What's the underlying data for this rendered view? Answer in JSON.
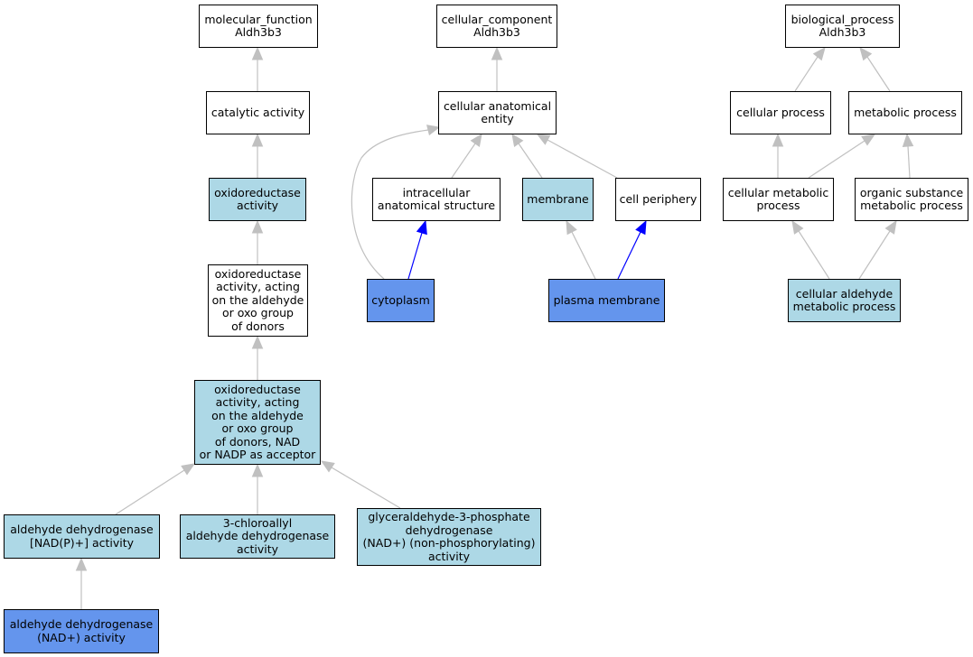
{
  "colors": {
    "white_node": "#ffffff",
    "annotated_node": "#add8e6",
    "direct_annotation_node": "#6495ed",
    "edge_gray": "#c0c0c0",
    "edge_blue": "#0000ff",
    "border": "#000000"
  },
  "nodes": {
    "molecular_function_root": "molecular_function\nAldh3b3",
    "catalytic_activity": "catalytic activity",
    "oxidoreductase_activity": "oxidoreductase\nactivity",
    "oxidoreductase_aldehyde": "oxidoreductase\nactivity, acting\non the aldehyde\nor oxo group\nof donors",
    "oxidoreductase_aldehyde_nad": "oxidoreductase\nactivity, acting\non the aldehyde\nor oxo group\nof donors, NAD\nor NADP as acceptor",
    "aldehyde_dh_nadp": "aldehyde dehydrogenase\n[NAD(P)+] activity",
    "chloroallyl_aldehyde_dh": "3-chloroallyl\naldehyde dehydrogenase\nactivity",
    "glyceraldehyde_3p_dh": "glyceraldehyde-3-phosphate\ndehydrogenase\n(NAD+) (non-phosphorylating)\nactivity",
    "aldehyde_dh_nad": "aldehyde dehydrogenase\n(NAD+) activity",
    "cellular_component_root": "cellular_component\nAldh3b3",
    "cellular_anatomical_entity": "cellular anatomical\nentity",
    "intracellular_anatomical_structure": "intracellular\nanatomical structure",
    "membrane": "membrane",
    "cell_periphery": "cell periphery",
    "cytoplasm": "cytoplasm",
    "plasma_membrane": "plasma membrane",
    "biological_process_root": "biological_process\nAldh3b3",
    "cellular_process": "cellular process",
    "metabolic_process": "metabolic process",
    "cellular_metabolic_process": "cellular metabolic\nprocess",
    "organic_substance_metabolic_process": "organic substance\nmetabolic process",
    "cellular_aldehyde_metabolic_process": "cellular aldehyde\nmetabolic process"
  },
  "edges": [
    {
      "from": "catalytic_activity",
      "to": "molecular_function_root",
      "type": "is_a"
    },
    {
      "from": "oxidoreductase_activity",
      "to": "catalytic_activity",
      "type": "is_a"
    },
    {
      "from": "oxidoreductase_aldehyde",
      "to": "oxidoreductase_activity",
      "type": "is_a"
    },
    {
      "from": "oxidoreductase_aldehyde_nad",
      "to": "oxidoreductase_aldehyde",
      "type": "is_a"
    },
    {
      "from": "aldehyde_dh_nadp",
      "to": "oxidoreductase_aldehyde_nad",
      "type": "is_a"
    },
    {
      "from": "chloroallyl_aldehyde_dh",
      "to": "oxidoreductase_aldehyde_nad",
      "type": "is_a"
    },
    {
      "from": "glyceraldehyde_3p_dh",
      "to": "oxidoreductase_aldehyde_nad",
      "type": "is_a"
    },
    {
      "from": "aldehyde_dh_nad",
      "to": "aldehyde_dh_nadp",
      "type": "is_a"
    },
    {
      "from": "cellular_anatomical_entity",
      "to": "cellular_component_root",
      "type": "is_a"
    },
    {
      "from": "intracellular_anatomical_structure",
      "to": "cellular_anatomical_entity",
      "type": "is_a"
    },
    {
      "from": "membrane",
      "to": "cellular_anatomical_entity",
      "type": "is_a"
    },
    {
      "from": "cell_periphery",
      "to": "cellular_anatomical_entity",
      "type": "is_a"
    },
    {
      "from": "cytoplasm",
      "to": "cellular_anatomical_entity",
      "type": "is_a"
    },
    {
      "from": "cytoplasm",
      "to": "intracellular_anatomical_structure",
      "type": "part_of"
    },
    {
      "from": "plasma_membrane",
      "to": "membrane",
      "type": "is_a"
    },
    {
      "from": "plasma_membrane",
      "to": "cell_periphery",
      "type": "part_of"
    },
    {
      "from": "cellular_process",
      "to": "biological_process_root",
      "type": "is_a"
    },
    {
      "from": "metabolic_process",
      "to": "biological_process_root",
      "type": "is_a"
    },
    {
      "from": "cellular_metabolic_process",
      "to": "cellular_process",
      "type": "is_a"
    },
    {
      "from": "cellular_metabolic_process",
      "to": "metabolic_process",
      "type": "is_a"
    },
    {
      "from": "organic_substance_metabolic_process",
      "to": "metabolic_process",
      "type": "is_a"
    },
    {
      "from": "cellular_aldehyde_metabolic_process",
      "to": "cellular_metabolic_process",
      "type": "is_a"
    },
    {
      "from": "cellular_aldehyde_metabolic_process",
      "to": "organic_substance_metabolic_process",
      "type": "is_a"
    }
  ]
}
